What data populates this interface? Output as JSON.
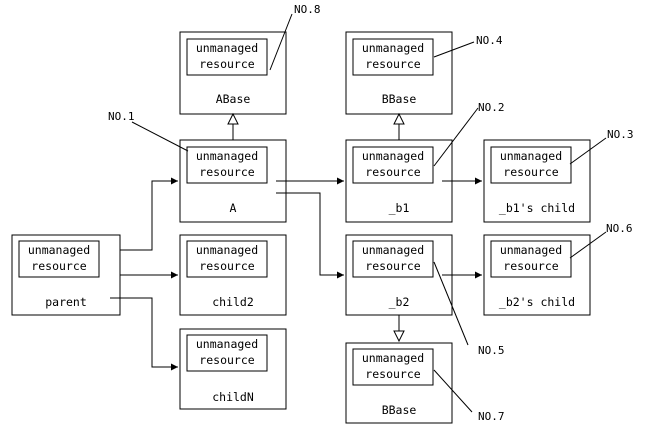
{
  "colors": {
    "stroke": "#000000",
    "background": "#ffffff"
  },
  "nodes": [
    {
      "id": "abase",
      "name": "ABase",
      "inner": [
        "unmanaged",
        "resource"
      ]
    },
    {
      "id": "bbase1",
      "name": "BBase",
      "inner": [
        "unmanaged",
        "resource"
      ]
    },
    {
      "id": "a",
      "name": "A",
      "inner": [
        "unmanaged",
        "resource"
      ]
    },
    {
      "id": "b1",
      "name": "_b1",
      "inner": [
        "unmanaged",
        "resource"
      ]
    },
    {
      "id": "b1c",
      "name": "_b1's child",
      "inner": [
        "unmanaged",
        "resource"
      ]
    },
    {
      "id": "parent",
      "name": "parent",
      "inner": [
        "unmanaged",
        "resource"
      ]
    },
    {
      "id": "child2",
      "name": "child2",
      "inner": [
        "unmanaged",
        "resource"
      ]
    },
    {
      "id": "b2",
      "name": "_b2",
      "inner": [
        "unmanaged",
        "resource"
      ]
    },
    {
      "id": "b2c",
      "name": "_b2's child",
      "inner": [
        "unmanaged",
        "resource"
      ]
    },
    {
      "id": "childn",
      "name": "childN",
      "inner": [
        "unmanaged",
        "resource"
      ]
    },
    {
      "id": "bbase2",
      "name": "BBase",
      "inner": [
        "unmanaged",
        "resource"
      ]
    }
  ],
  "labels": [
    "NO.1",
    "NO.2",
    "NO.3",
    "NO.4",
    "NO.5",
    "NO.6",
    "NO.7",
    "NO.8"
  ]
}
